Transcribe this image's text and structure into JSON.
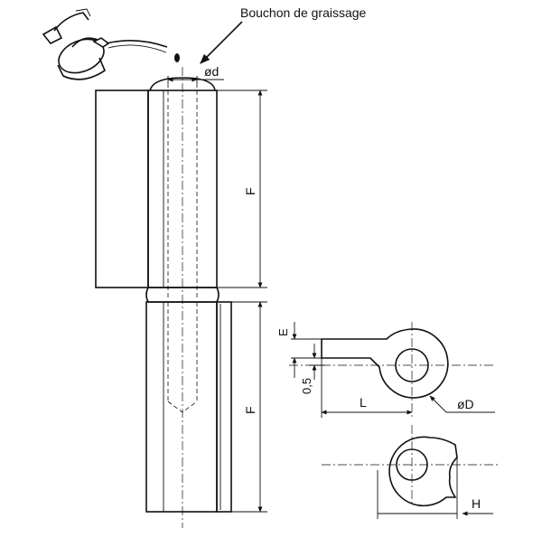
{
  "labels": {
    "grease_plug": "Bouchon de graissage",
    "pin_diameter": "ød",
    "height_upper": "F",
    "height_lower": "F",
    "thickness": "E",
    "offset": "0,5",
    "length": "L",
    "outer_diameter": "øD",
    "width": "H"
  }
}
